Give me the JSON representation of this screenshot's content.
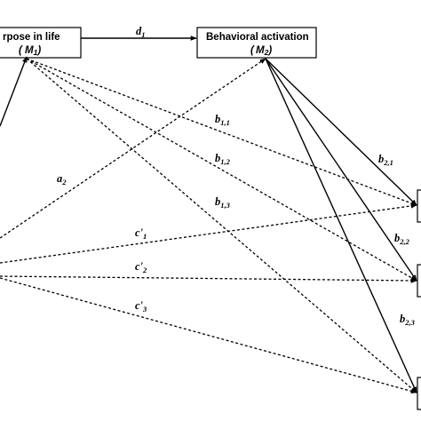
{
  "nodes": {
    "m1": {
      "title": "rpose in life",
      "var": "M",
      "sub": "1"
    },
    "m2": {
      "title": "Behavioral activation",
      "var": "M",
      "sub": "2"
    }
  },
  "paths": {
    "d1": {
      "var": "d",
      "sub": "1"
    },
    "a2": {
      "var": "a",
      "sub": "2"
    },
    "b11": {
      "var": "b",
      "sub": "1,1"
    },
    "b12": {
      "var": "b",
      "sub": "1,2"
    },
    "b13": {
      "var": "b",
      "sub": "1,3"
    },
    "b21": {
      "var": "b",
      "sub": "2,1"
    },
    "b22": {
      "var": "b",
      "sub": "2,2"
    },
    "b23": {
      "var": "b",
      "sub": "2,3"
    },
    "c1": {
      "var": "c'",
      "sub": "1"
    },
    "c2": {
      "var": "c'",
      "sub": "2"
    },
    "c3": {
      "var": "c'",
      "sub": "3"
    }
  }
}
